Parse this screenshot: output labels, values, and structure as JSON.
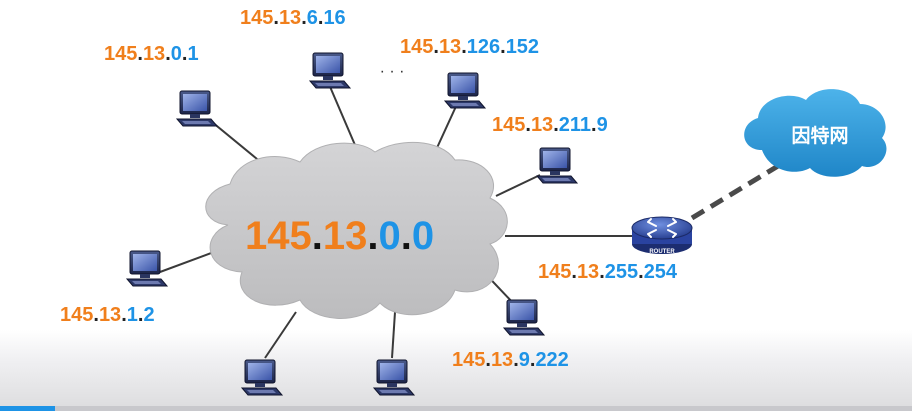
{
  "network": {
    "address": [
      "145",
      ".",
      "13",
      ".",
      "0",
      ".",
      "0"
    ]
  },
  "hosts": [
    {
      "id": "h0",
      "parts": [
        "145",
        ".",
        "13",
        ".",
        "6",
        ".",
        "16"
      ]
    },
    {
      "id": "h1",
      "parts": [
        "145",
        ".",
        "13",
        ".",
        "0",
        ".",
        "1"
      ]
    },
    {
      "id": "h2",
      "parts": [
        "145",
        ".",
        "13",
        ".",
        "126",
        ".",
        "152"
      ]
    },
    {
      "id": "h3",
      "parts": [
        "145",
        ".",
        "13",
        ".",
        "211",
        ".",
        "9"
      ]
    },
    {
      "id": "h4",
      "parts": [
        "145",
        ".",
        "13",
        ".",
        "1",
        ".",
        "2"
      ]
    },
    {
      "id": "h5",
      "parts": [
        "145",
        ".",
        "13",
        ".",
        "9",
        ".",
        "222"
      ]
    }
  ],
  "router": {
    "label": "ROUTER",
    "parts": [
      "145",
      ".",
      "13",
      ".",
      "255",
      ".",
      "254"
    ]
  },
  "internet": {
    "label": "因特网"
  },
  "ellipsis": "· · ·",
  "colors": {
    "network_part": "#f07f1c",
    "host_part": "#1e93e6",
    "cloud": "#c9c9cb",
    "internet_cloud": "#2a9ad8"
  },
  "player": {
    "progress": 0.06
  }
}
